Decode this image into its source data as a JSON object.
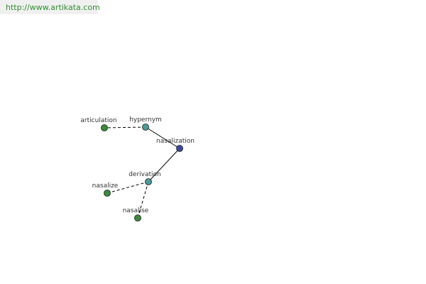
{
  "header": {
    "url": "http://www.artikata.com"
  },
  "colors": {
    "url_text": "#2f8f2f",
    "url_bg": "#f0f0f0",
    "root_node": "#3a4a9a",
    "relation_node": "#4a9a9a",
    "word_node": "#3a8a3a",
    "edge": "#000000"
  },
  "graph": {
    "nodes": [
      {
        "id": "nasalization",
        "label": "nasalization",
        "kind": "root"
      },
      {
        "id": "hypernym",
        "label": "hypernym",
        "kind": "relation"
      },
      {
        "id": "derivation",
        "label": "derivation",
        "kind": "relation"
      },
      {
        "id": "articulation",
        "label": "articulation",
        "kind": "word"
      },
      {
        "id": "nasalize",
        "label": "nasalize",
        "kind": "word"
      },
      {
        "id": "nasalise",
        "label": "nasalise",
        "kind": "word"
      }
    ],
    "edges": [
      {
        "from": "nasalization",
        "to": "hypernym",
        "style": "solid"
      },
      {
        "from": "nasalization",
        "to": "derivation",
        "style": "solid"
      },
      {
        "from": "hypernym",
        "to": "articulation",
        "style": "dashed"
      },
      {
        "from": "derivation",
        "to": "nasalize",
        "style": "dashed"
      },
      {
        "from": "derivation",
        "to": "nasalise",
        "style": "dashed"
      }
    ]
  }
}
